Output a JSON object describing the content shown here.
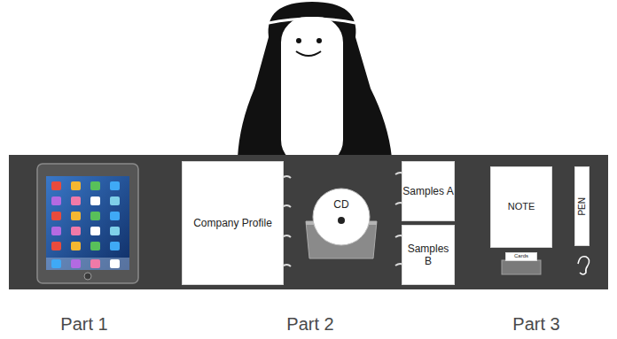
{
  "diagram": {
    "nodes": [
      {
        "text": [
          "Company Profile"
        ]
      },
      {
        "text": [
          "CD"
        ]
      },
      {
        "text": [
          "Samples A"
        ]
      },
      {
        "text": [
          "Samples B"
        ]
      },
      {
        "text": [
          "NOTE"
        ]
      },
      {
        "text": [
          "Cards"
        ]
      },
      {
        "text": [
          "PEN"
        ]
      }
    ],
    "labels": [
      "Part 1",
      "Part 2",
      "Part 3"
    ]
  }
}
